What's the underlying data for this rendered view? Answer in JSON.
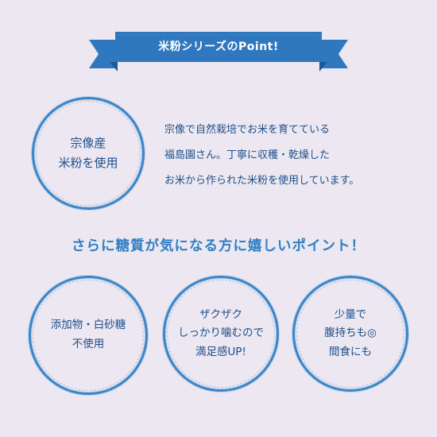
{
  "colors": {
    "background": "#ece7f0",
    "ribbon": "#2f78bf",
    "ribbon_dark": "#1f5a95",
    "text": "#1d4f8c",
    "headline": "#2e7fc4",
    "ring": "#3a86c9"
  },
  "banner": {
    "title": "米粉シリーズのPoint!"
  },
  "main_badge": {
    "line1": "宗像産",
    "line2": "米粉を使用"
  },
  "description": {
    "lines": [
      "宗像で自然栽培でお米を育てている",
      "福島園さん。丁寧に収穫・乾燥した",
      "お米から作られた米粉を使用しています。"
    ]
  },
  "headline": "さらに糖質が気になる方に嬉しいポイント！",
  "badges": [
    {
      "lines": [
        "添加物・白砂糖",
        "不使用"
      ]
    },
    {
      "lines": [
        "ザクザク",
        "しっかり噛むので",
        "満足感UP!"
      ]
    },
    {
      "lines": [
        "少量で",
        "腹持ちも◎",
        "間食にも"
      ]
    }
  ]
}
